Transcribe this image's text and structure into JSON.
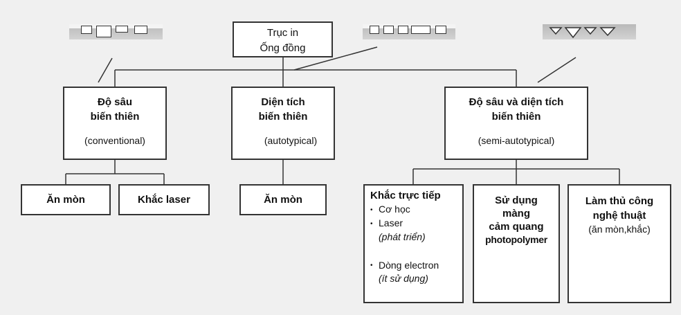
{
  "root": {
    "lines": [
      "Trục in",
      "Ống đồng"
    ]
  },
  "branches": {
    "depth": {
      "title": [
        "Độ sâu",
        "biến thiên"
      ],
      "note": "(conventional)"
    },
    "area": {
      "title": [
        "Diện tích",
        "biến thiên"
      ],
      "note": "(autotypical)"
    },
    "both": {
      "title": [
        "Độ sâu và diện tích",
        "biến thiên"
      ],
      "note": "(semi-autotypical)"
    }
  },
  "leaves": {
    "etch_1": "Ăn mòn",
    "laser_engrave": "Khắc laser",
    "etch_2": "Ăn mòn",
    "direct": {
      "title": "Khắc trực tiếp",
      "items": [
        "Cơ học",
        "Laser",
        "Dòng electron"
      ],
      "notes": [
        "(phát triển)",
        "(ít sử dụng)"
      ]
    },
    "photopolymer": {
      "lines": [
        "Sử dụng",
        "màng",
        "cảm quang",
        "photopolymer"
      ]
    },
    "handcraft": {
      "title": [
        "Làm thủ công",
        "nghệ thuật"
      ],
      "note": "(ăn mòn,khắc)"
    }
  },
  "colors": {
    "background": "#f0f0f0",
    "box_fill": "#ffffff",
    "border": "#333333",
    "strip": "#c4c4c4"
  }
}
